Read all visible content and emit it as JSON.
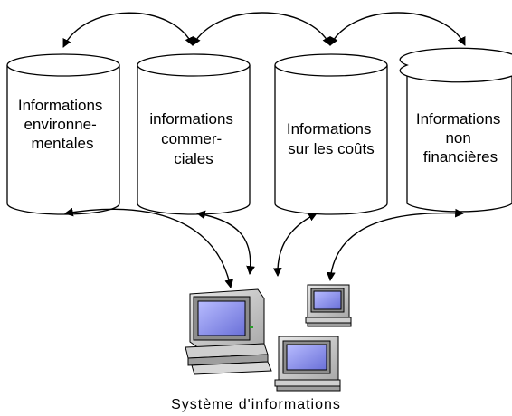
{
  "databases": [
    {
      "lines": [
        "Informations",
        "environne-",
        "mentales"
      ]
    },
    {
      "lines": [
        "informations",
        "commer-",
        "ciales"
      ]
    },
    {
      "lines": [
        "Informations",
        "sur les coûts"
      ]
    },
    {
      "lines": [
        "Informations",
        "non",
        "financières"
      ]
    }
  ],
  "caption": "Système d'informations",
  "icons": [
    "database-cylinder-icon",
    "desktop-computer-icon"
  ]
}
